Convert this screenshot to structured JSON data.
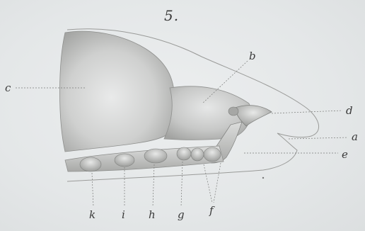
{
  "plate": {
    "figure_number": "5.",
    "labels": {
      "a": "a",
      "b": "b",
      "c": "c",
      "d": "d",
      "e": "e",
      "f": "f",
      "g": "g",
      "h": "h",
      "i": "i",
      "k": "k"
    }
  },
  "colors": {
    "paper": "#e6e9ea",
    "shading": "#8a8a88",
    "ink": "#3a3a3a"
  }
}
